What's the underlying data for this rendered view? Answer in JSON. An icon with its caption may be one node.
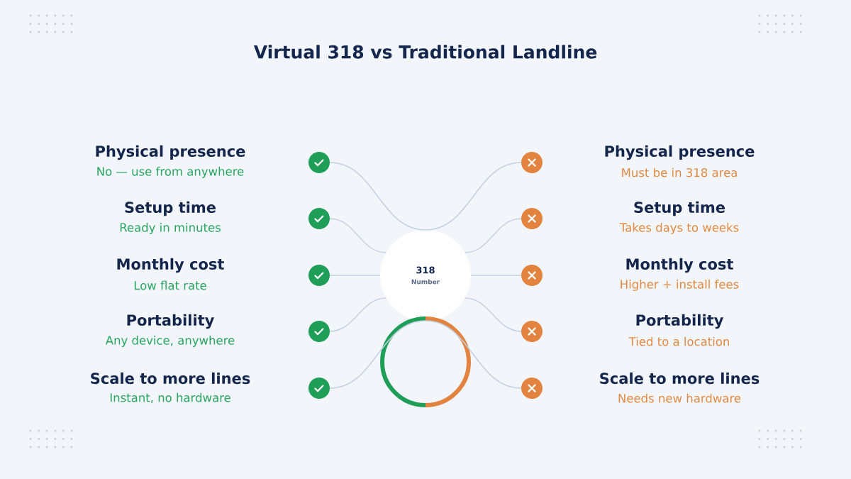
{
  "diagram": {
    "title": "Virtual 318 vs Traditional Landline",
    "nodes": [
      {
        "text": [
          "318",
          "Number"
        ]
      },
      {
        "text": [],
        "shape": "circle",
        "beside": [
          "Physical presence",
          "No — use from anywhere"
        ]
      },
      {
        "text": [],
        "shape": "circle",
        "beside": [
          "Setup time",
          "Ready in minutes"
        ]
      },
      {
        "text": [],
        "shape": "circle",
        "beside": [
          "Monthly cost",
          "Low flat rate"
        ]
      },
      {
        "text": [],
        "shape": "circle",
        "beside": [
          "Portability",
          "Any device, anywhere"
        ]
      },
      {
        "text": [],
        "shape": "circle",
        "beside": [
          "Scale to more lines",
          "Instant, no hardware"
        ]
      },
      {
        "text": [],
        "shape": "circle",
        "beside": [
          "Physical presence",
          "Must be in 318 area"
        ]
      },
      {
        "text": [],
        "shape": "circle",
        "beside": [
          "Setup time",
          "Takes days to weeks"
        ]
      },
      {
        "text": [],
        "shape": "circle",
        "beside": [
          "Monthly cost",
          "Higher + install fees"
        ]
      },
      {
        "text": [],
        "shape": "circle",
        "beside": [
          "Portability",
          "Tied to a location"
        ]
      },
      {
        "text": [],
        "shape": "circle",
        "beside": [
          "Scale to more lines",
          "Needs new hardware"
        ]
      }
    ],
    "edges": [
      {
        "from": 1,
        "to": 0,
        "arrow": "none"
      },
      {
        "from": 2,
        "to": 0,
        "arrow": "none"
      },
      {
        "from": 3,
        "to": 0,
        "arrow": "none"
      },
      {
        "from": 4,
        "to": 0,
        "arrow": "none"
      },
      {
        "from": 5,
        "to": 0,
        "arrow": "none"
      },
      {
        "from": 0,
        "to": 6,
        "arrow": "none"
      },
      {
        "from": 0,
        "to": 7,
        "arrow": "none"
      },
      {
        "from": 0,
        "to": 8,
        "arrow": "none"
      },
      {
        "from": 0,
        "to": 9,
        "arrow": "none"
      },
      {
        "from": 0,
        "to": 10,
        "arrow": "none"
      }
    ]
  }
}
